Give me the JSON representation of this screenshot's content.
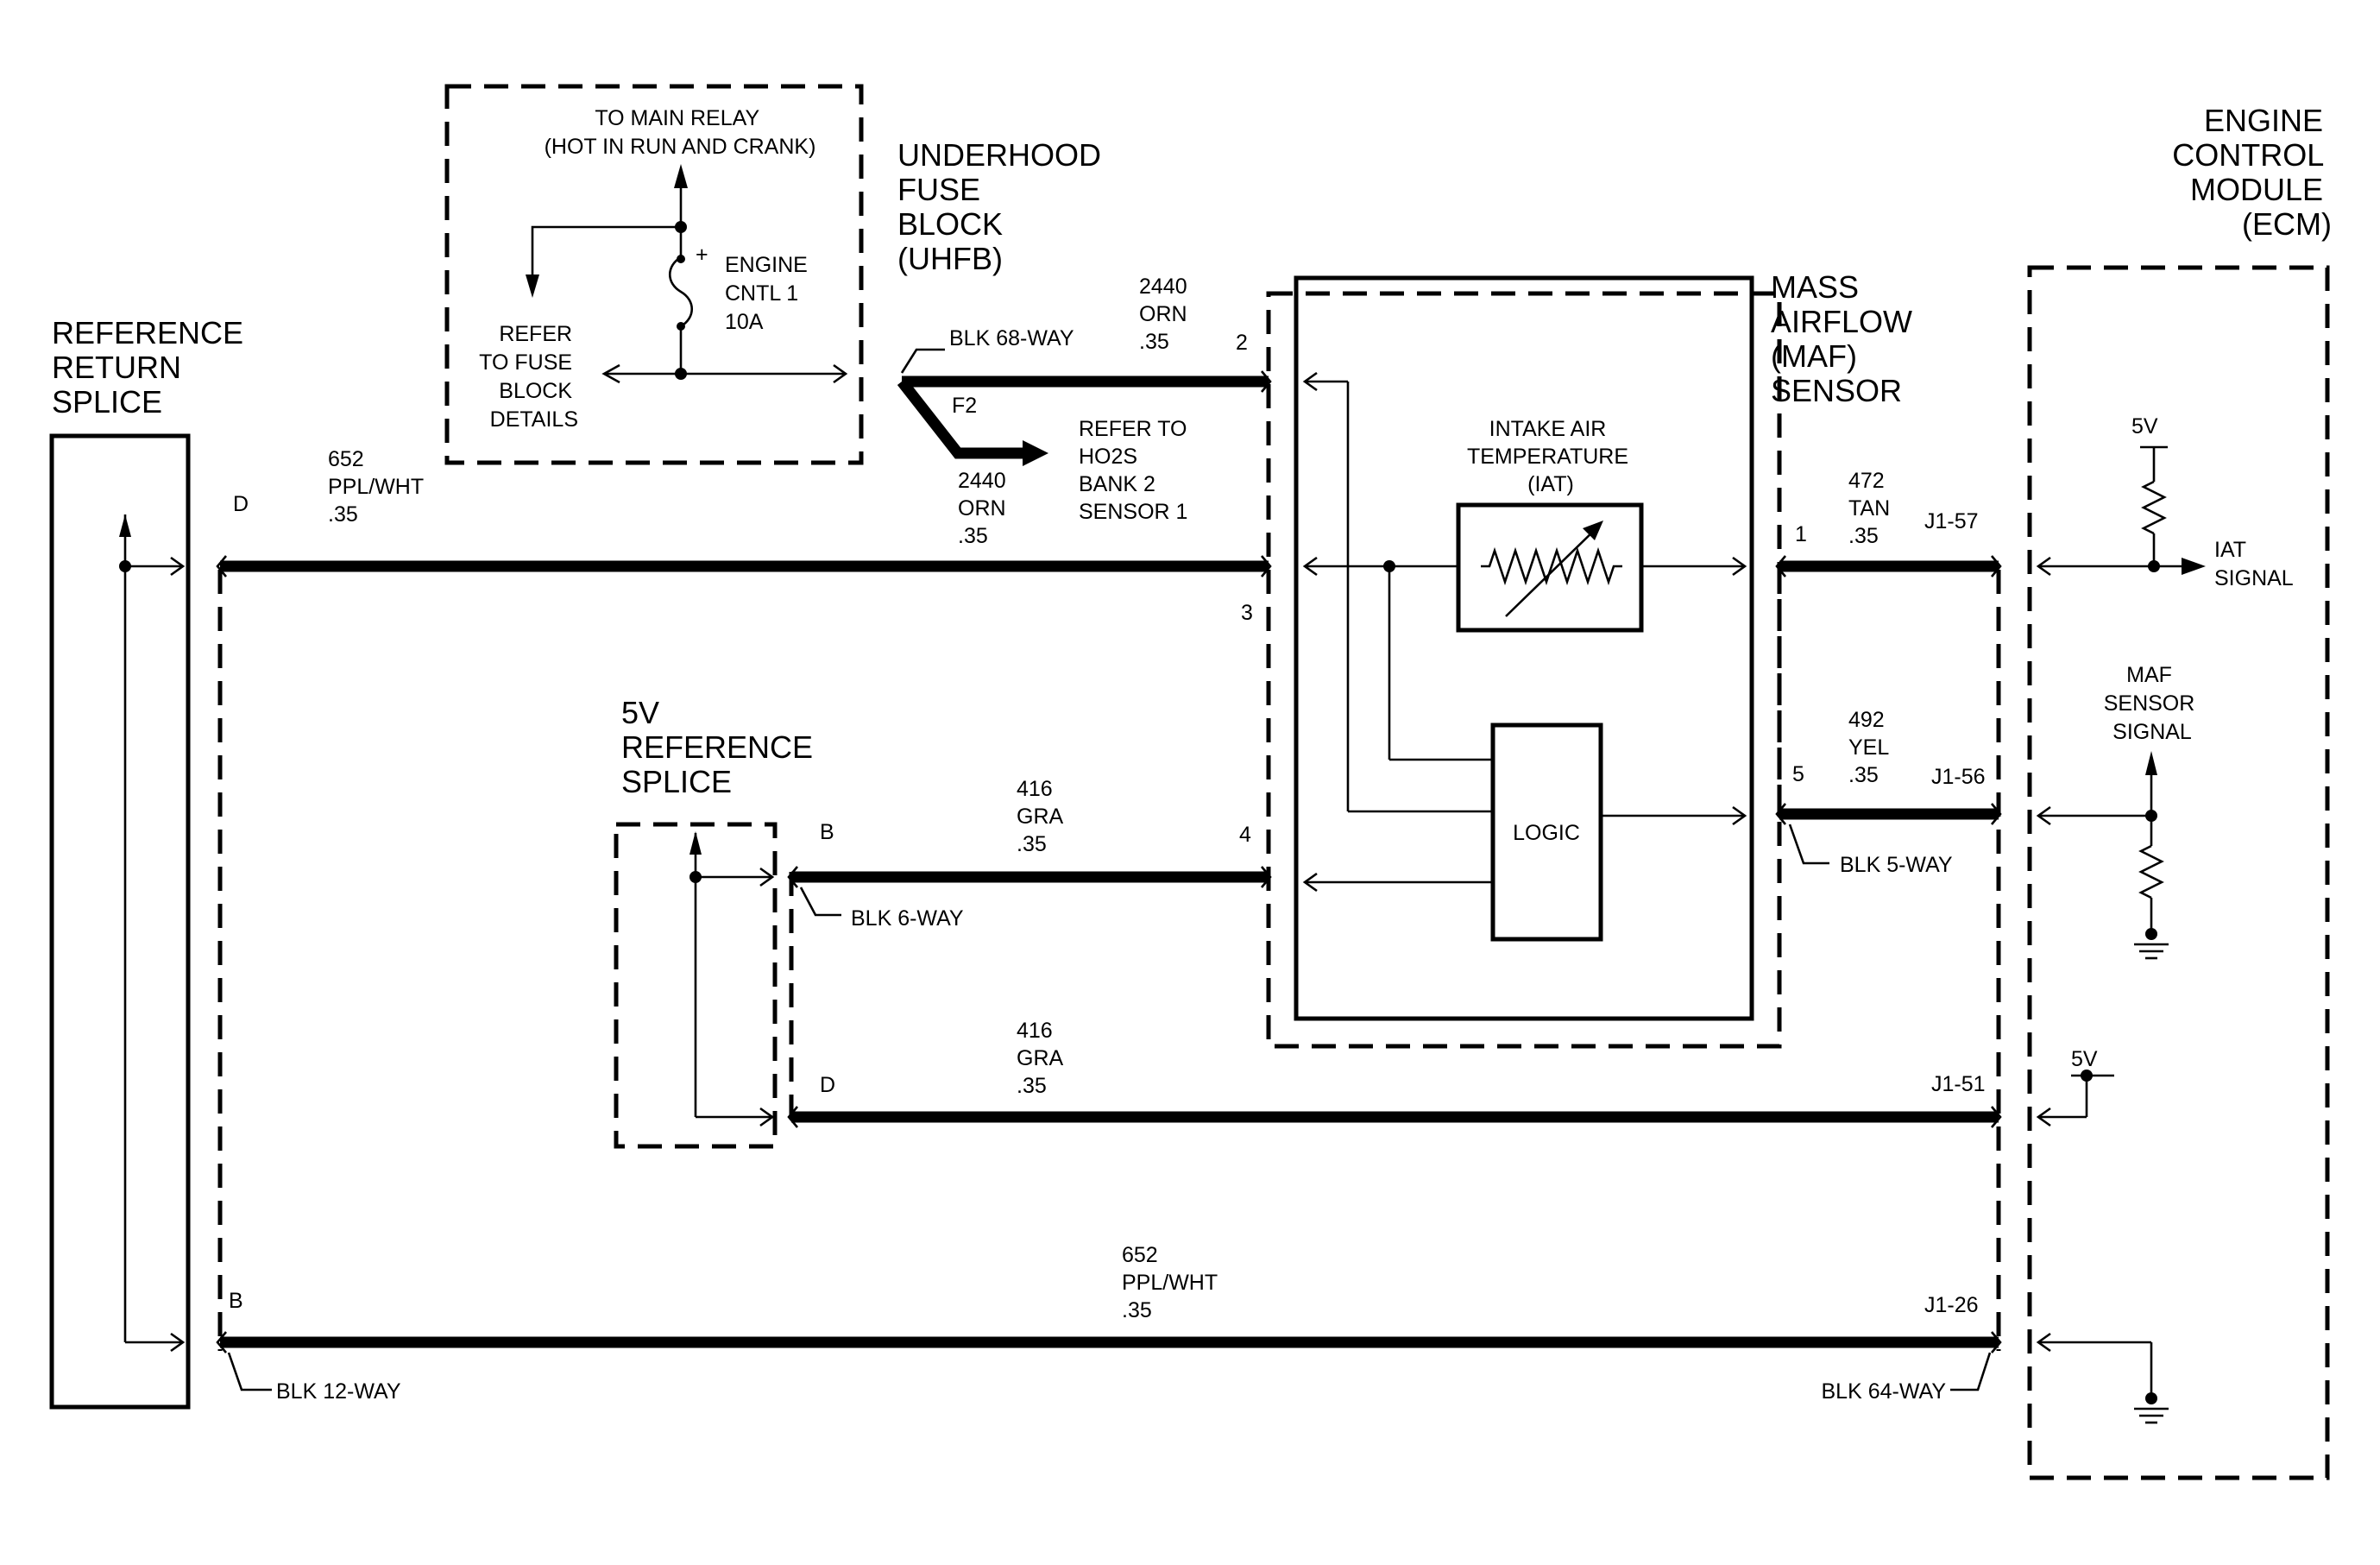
{
  "components": {
    "ref_return": [
      "REFERENCE",
      "RETURN",
      "SPLICE"
    ],
    "uhfb": [
      "UNDERHOOD",
      "FUSE",
      "BLOCK",
      "(UHFB)"
    ],
    "maf": [
      "MASS",
      "AIRFLOW",
      "(MAF)",
      "SENSOR"
    ],
    "ecm": [
      "ENGINE",
      "CONTROL",
      "MODULE",
      "(ECM)"
    ],
    "ref5v": [
      "5V",
      "REFERENCE",
      "SPLICE"
    ]
  },
  "fuse_box": {
    "to_main_relay": [
      "TO MAIN RELAY",
      "(HOT IN RUN AND CRANK)"
    ],
    "refer": [
      "REFER",
      "TO FUSE",
      "BLOCK",
      "DETAILS"
    ],
    "fuse": [
      "ENGINE",
      "CNTL 1",
      "10A"
    ],
    "plus": "+"
  },
  "maf_internal": {
    "iat": [
      "INTAKE AIR",
      "TEMPERATURE",
      "(IAT)"
    ],
    "logic": "LOGIC"
  },
  "ecm_internal": {
    "v5_top": "5V",
    "iat_signal": [
      "IAT",
      "SIGNAL"
    ],
    "maf_signal": [
      "MAF",
      "SENSOR",
      "SIGNAL"
    ],
    "v5_bottom": "5V"
  },
  "connectors": {
    "blk68": "BLK 68-WAY",
    "f2": "F2",
    "ho2s_refer": [
      "REFER TO",
      "HO2S",
      "BANK 2",
      "SENSOR 1"
    ],
    "blk6": "BLK 6-WAY",
    "blk5": "BLK 5-WAY",
    "blk12": "BLK 12-WAY",
    "blk64": "BLK 64-WAY"
  },
  "pins": {
    "d_top": "D",
    "pin2": "2",
    "pin3": "3",
    "pin4": "4",
    "b_splice": "B",
    "d_splice": "D",
    "pin1": "1",
    "pin5": "5",
    "j157": "J1-57",
    "j156": "J1-56",
    "j151": "J1-51",
    "j126": "J1-26",
    "b_bottom": "B"
  },
  "wires": {
    "w652_top": [
      "652",
      "PPL/WHT",
      ".35"
    ],
    "w2440_top": [
      "2440",
      "ORN",
      ".35"
    ],
    "w2440_f2": [
      "2440",
      "ORN",
      ".35"
    ],
    "w472": [
      "472",
      "TAN",
      ".35"
    ],
    "w492": [
      "492",
      "YEL",
      ".35"
    ],
    "w416_a": [
      "416",
      "GRA",
      ".35"
    ],
    "w416_b": [
      "416",
      "GRA",
      ".35"
    ],
    "w652_bottom": [
      "652",
      "PPL/WHT",
      ".35"
    ]
  }
}
